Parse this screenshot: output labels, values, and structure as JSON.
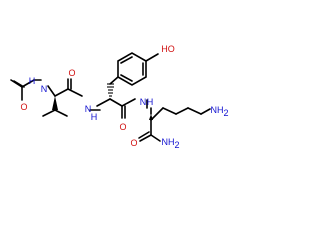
{
  "molecule": {
    "atoms": {
      "nh_acetyl": "H",
      "n_acetyl": "N",
      "o_acetyl": "O",
      "o_valine": "O",
      "nh_valine": "H",
      "n_valine": "N",
      "oh_tyrosine": "HO",
      "o_tyrosine": "O",
      "nh_tyrosine": "H",
      "n_tyrosine": "N",
      "nh2_sidechain": "NH",
      "nh2_sidechain_sub": "2",
      "o_amide": "O",
      "nh2_amide": "NH",
      "nh2_amide_sub": "2"
    },
    "colors": {
      "bond": "#000000",
      "nitrogen": "#1010d0",
      "oxygen": "#d01010"
    }
  }
}
